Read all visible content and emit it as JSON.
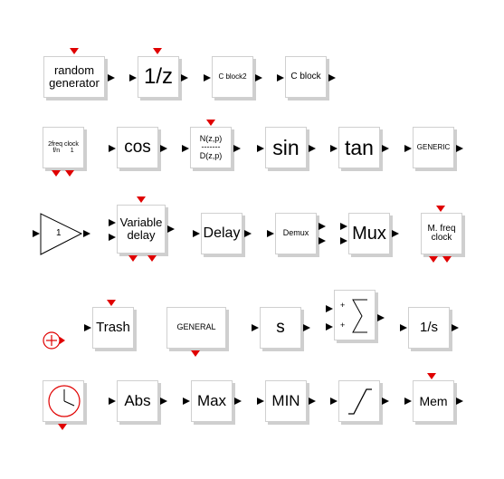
{
  "blocks": {
    "random_generator": {
      "line1": "random",
      "line2": "generator"
    },
    "delay_1z": "1/z",
    "c_block2": "C block2",
    "c_block": "C block",
    "freq_clock": {
      "line1": "2freq clock",
      "line2": "f/n      1"
    },
    "cos": "cos",
    "transfer": {
      "num": "N(z,p)",
      "bar": "-------",
      "den": "D(z,p)"
    },
    "sin": "sin",
    "tan": "tan",
    "generic": "GENERIC",
    "gain": "1",
    "variable_delay": {
      "line1": "Variable",
      "line2": "delay"
    },
    "delay": "Delay",
    "demux": "Demux",
    "mux": "Mux",
    "m_freq_clock": {
      "line1": "M. freq",
      "line2": "clock"
    },
    "trash": "Trash",
    "general": "GENERAL",
    "s": "s",
    "sum_plus1": "+",
    "sum_plus2": "+",
    "integrator": "1/s",
    "abs": "Abs",
    "max": "Max",
    "min": "MIN",
    "mem": "Mem"
  },
  "colors": {
    "event_port": "#e00000",
    "port": "#000000",
    "shadow": "#cfcfcf",
    "border": "#d0d0d0"
  },
  "icons": [
    "sum-event-icon",
    "clock-icon",
    "saturation-icon",
    "summation-icon",
    "gain-triangle-icon"
  ]
}
